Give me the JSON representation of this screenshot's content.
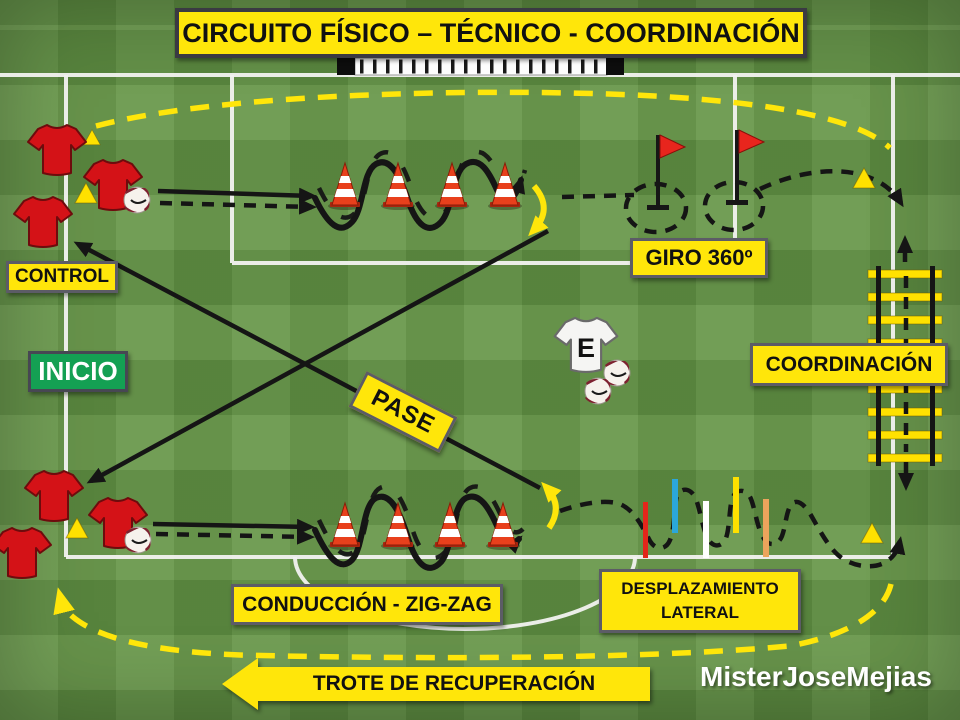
{
  "title": "CIRCUITO FÍSICO – TÉCNICO - COORDINACIÓN",
  "watermark": "MisterJoseMejias",
  "coach_letter": "E",
  "stations": {
    "inicio": "INICIO",
    "control": "CONTROL",
    "pase": "PASE",
    "conduccion": "CONDUCCIÓN - ZIG-ZAG",
    "giro": "GIRO 360º",
    "desplazamiento_line1": "DESPLAZAMIENTO",
    "desplazamiento_line2": "LATERAL",
    "coordinacion": "COORDINACIÓN",
    "trote": "TROTE DE RECUPERACIÓN"
  },
  "colors": {
    "accent-yellow": "#FFE60A",
    "label-border": "#5C5C66",
    "inicio-green": "#14A053",
    "field-light": "#6C9A4E",
    "field-dark": "#5C8A40",
    "line-white": "#F2F2F0",
    "path-black": "#151515",
    "jersey-red": "#D41217",
    "cone-red": "#E8401C",
    "flag-red": "#E8251D",
    "pole-red": "#E3261B",
    "pole-blue": "#2BA7DB",
    "pole-white": "#FFFFFF",
    "pole-yellow": "#FFE100",
    "pole-orange": "#ECA45C"
  }
}
